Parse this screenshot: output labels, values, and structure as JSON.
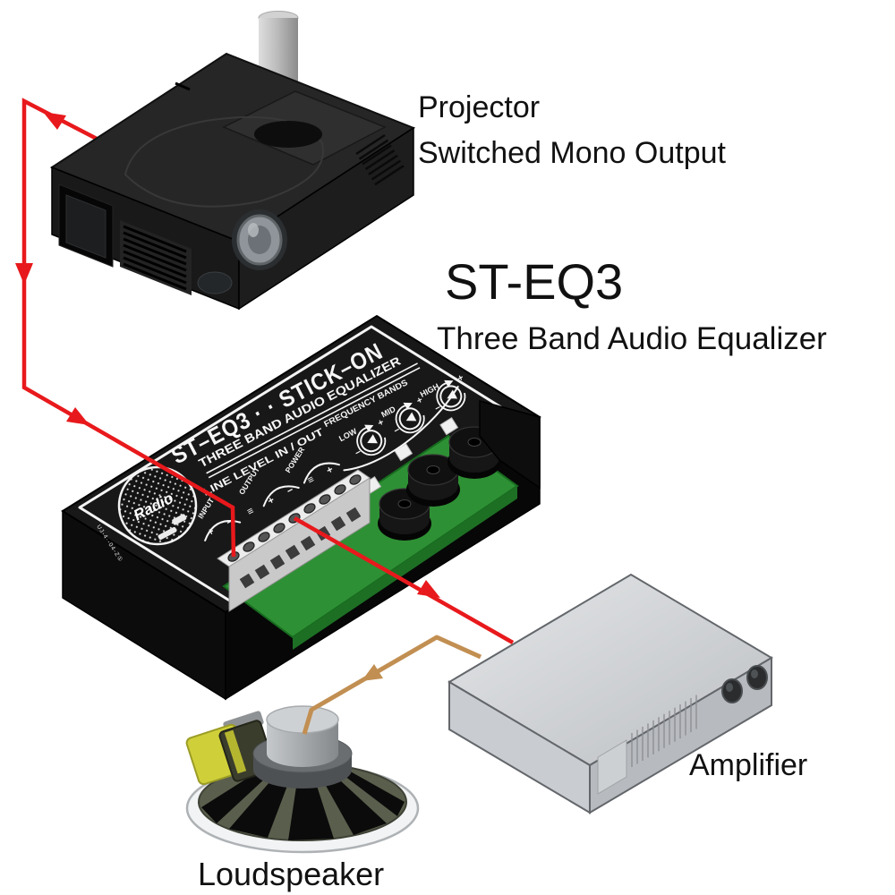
{
  "diagram": {
    "labels": {
      "projector": "Projector",
      "projector_sub": "Switched Mono Output",
      "eq_title": "ST-EQ3",
      "eq_subtitle": "Three Band Audio Equalizer",
      "amplifier": "Amplifier",
      "loudspeaker": "Loudspeaker"
    },
    "eq_panel": {
      "title": "ST–EQ3 · · STICK–ON",
      "subtitle": "THREE BAND AUDIO EQUALIZER",
      "line_level": "LINE LEVEL IN / OUT",
      "frequency_bands": "FREQUENCY BANDS",
      "bands": [
        "LOW",
        "MID",
        "HIGH"
      ],
      "terminals": [
        "INPUT",
        "OUTPUT",
        "POWER"
      ],
      "terminal_symbols": [
        "+",
        "−",
        "≡",
        "+",
        "−",
        "≡",
        "+"
      ],
      "minus": "−",
      "plus": "+",
      "logo_text": "Radio",
      "edge_text": "UJ-4·-04-Z①"
    },
    "colors": {
      "signal_arrow": "#e8191c",
      "speaker_wire": "#c28f52",
      "pcb_green": "#2e9034"
    }
  }
}
